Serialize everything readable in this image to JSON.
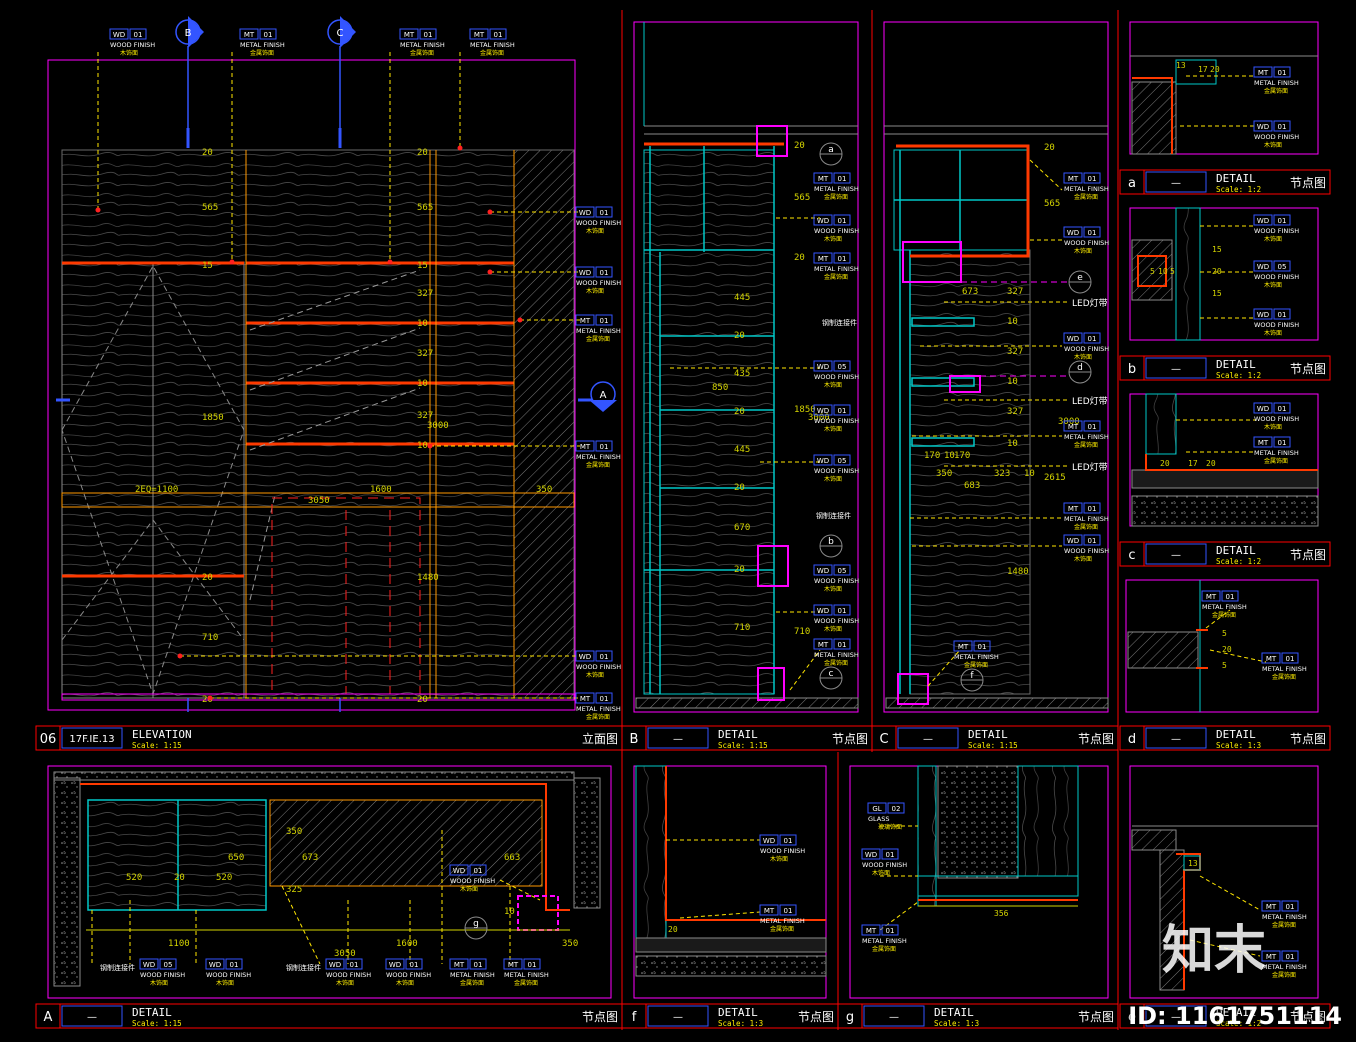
{
  "colors": {
    "bg": "#000000",
    "frame": "#ff00ff",
    "titlebar": "#ff0000",
    "wood": "#6e6e6e",
    "metal": "#ff3a00",
    "leader": "#ffe600",
    "dim": "#d4d400",
    "cyan": "#00c8c8",
    "tag": "#0000ff",
    "white": "#ffffff",
    "green": "#00ff66",
    "orange": "#ff9900"
  },
  "title_blocks": [
    {
      "id": "06",
      "num": "17F.IE.13",
      "title": "ELEVATION",
      "scale": "Scale: 1:15",
      "cn": "立面图"
    },
    {
      "id": "B",
      "num": "—",
      "title": "DETAIL",
      "scale": "Scale: 1:15",
      "cn": "节点图"
    },
    {
      "id": "C",
      "num": "—",
      "title": "DETAIL",
      "scale": "Scale: 1:15",
      "cn": "节点图"
    },
    {
      "id": "d",
      "num": "—",
      "title": "DETAIL",
      "scale": "Scale: 1:3",
      "cn": "节点图"
    },
    {
      "id": "a",
      "num": "—",
      "title": "DETAIL",
      "scale": "Scale: 1:2",
      "cn": "节点图"
    },
    {
      "id": "b",
      "num": "—",
      "title": "DETAIL",
      "scale": "Scale: 1:2",
      "cn": "节点图"
    },
    {
      "id": "c",
      "num": "—",
      "title": "DETAIL",
      "scale": "Scale: 1:2",
      "cn": "节点图"
    },
    {
      "id": "A",
      "num": "—",
      "title": "DETAIL",
      "scale": "Scale: 1:15",
      "cn": "节点图"
    },
    {
      "id": "f",
      "num": "—",
      "title": "DETAIL",
      "scale": "Scale: 1:3",
      "cn": "节点图"
    },
    {
      "id": "g",
      "num": "—",
      "title": "DETAIL",
      "scale": "Scale: 1:3",
      "cn": "节点图"
    },
    {
      "id": "e",
      "num": "—",
      "title": "DETAIL",
      "scale": "Scale: 1:2",
      "cn": "节点图"
    }
  ],
  "tags": {
    "wd01": {
      "code": "WD",
      "num": "01",
      "en": "WOOD FINISH",
      "cn": "木饰面"
    },
    "wd05": {
      "code": "WD",
      "num": "05",
      "en": "WOOD FINISH",
      "cn": "木饰面"
    },
    "mt01": {
      "code": "MT",
      "num": "01",
      "en": "METAL FINISH",
      "cn": "金属饰面"
    },
    "gl02": {
      "code": "GL",
      "num": "02",
      "en": "GLASS",
      "cn": "玻璃饰面"
    }
  },
  "section_markers": [
    "B",
    "C",
    "A",
    "a",
    "b",
    "c",
    "d",
    "e",
    "f",
    "g"
  ],
  "led_label": "LED灯带",
  "elevation_dims": {
    "vertical_right": [
      "20",
      "565",
      "15",
      "327",
      "10",
      "327",
      "10",
      "327",
      "10",
      "1480",
      "20"
    ],
    "vertical_left": [
      "20",
      "565",
      "15",
      "1850",
      "20",
      "710",
      "20"
    ],
    "horizontal": [
      "2EQ=1100",
      "3050",
      "1600",
      "350"
    ],
    "overall": "3000"
  },
  "detail_B_dims": [
    "20",
    "565",
    "20",
    "445",
    "20",
    "435",
    "20",
    "445",
    "20",
    "670",
    "20",
    "710",
    "1850",
    "3000",
    "850"
  ],
  "detail_C_dims": [
    "20",
    "565",
    "673",
    "327",
    "10",
    "327",
    "10",
    "327",
    "10",
    "1480",
    "2615",
    "3000",
    "170",
    "10",
    "170",
    "350",
    "323",
    "10",
    "683"
  ],
  "detail_A_dims": [
    "520",
    "20",
    "520",
    "1100",
    "3050",
    "1600",
    "350",
    "673",
    "650",
    "350",
    "325",
    "663",
    "10"
  ],
  "detail_a_dims": [
    "13",
    "17",
    "20"
  ],
  "detail_b_dims": [
    "5",
    "10",
    "5",
    "15",
    "20",
    "15"
  ],
  "detail_c_dims": [
    "20",
    "17",
    "20"
  ],
  "detail_d_dims": [
    "5",
    "20",
    "5"
  ],
  "detail_g_dims": [
    "356"
  ],
  "detail_e_dims": [
    "13"
  ],
  "callout_label": "钢制连接件",
  "watermark": {
    "id": "ID: 1161751114",
    "brand": "知末"
  }
}
